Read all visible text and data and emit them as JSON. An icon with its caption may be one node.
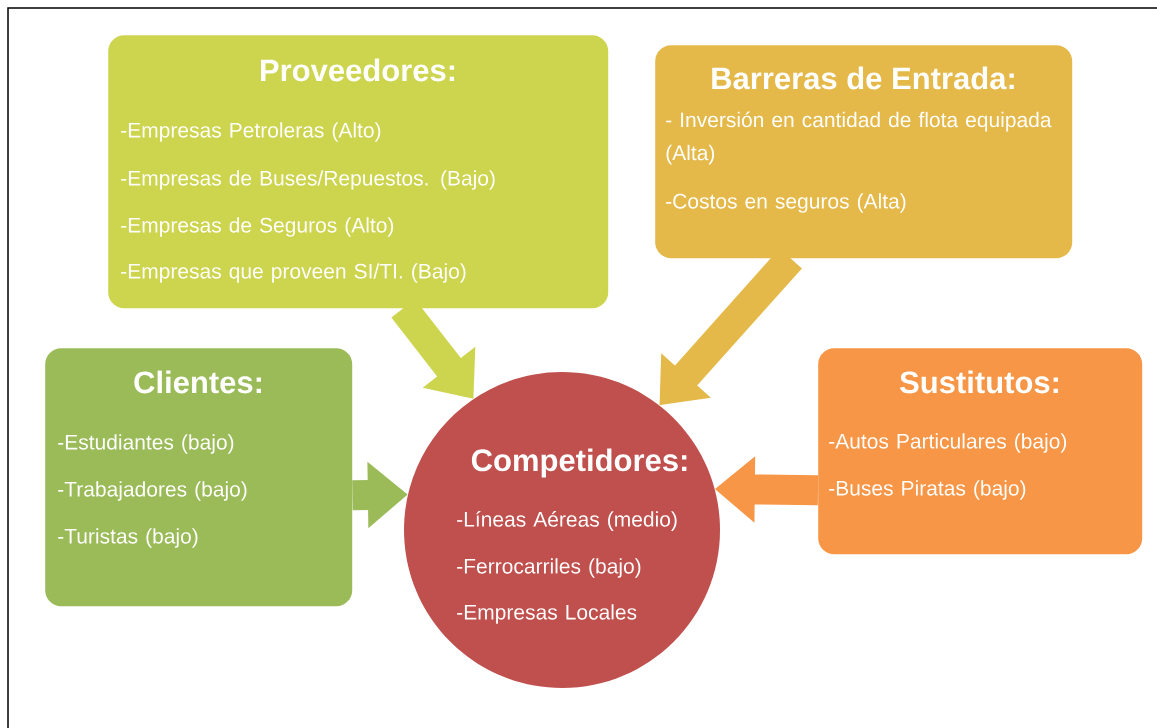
{
  "diagram": {
    "nodes": [
      {
        "text": [
          "Proveedores:",
          "-Empresas Petroleras (Alto)",
          "-Empresas de Buses/Repuestos. (Bajo)",
          "-Empresas de Seguros (Alto)",
          "-Empresas que proveen SI/TI. (Bajo)"
        ]
      },
      {
        "text": [
          "Barreras de Entrada:",
          "- Inversión en cantidad de flota equipada (Alta)",
          "-Costos en seguros (Alta)"
        ]
      },
      {
        "text": [
          "Clientes:",
          "-Estudiantes (bajo)",
          "-Trabajadores (bajo)",
          "-Turistas (bajo)"
        ]
      },
      {
        "text": [
          "Competidores:",
          "-Líneas Aéreas (medio)",
          "-Ferrocarriles (bajo)",
          "-Empresas Locales"
        ]
      },
      {
        "text": [
          "Sustitutos:",
          "-Autos Particulares (bajo)",
          "-Buses Piratas (bajo)"
        ]
      }
    ],
    "edges": [
      {
        "from": 0,
        "to": 3,
        "arrow": "to",
        "color": "#cdd44e"
      },
      {
        "from": 1,
        "to": 3,
        "arrow": "to",
        "color": "#e4b94a"
      },
      {
        "from": 2,
        "to": 3,
        "arrow": "to",
        "color": "#9bbb59"
      },
      {
        "from": 4,
        "to": 3,
        "arrow": "to",
        "color": "#f79646"
      }
    ]
  }
}
